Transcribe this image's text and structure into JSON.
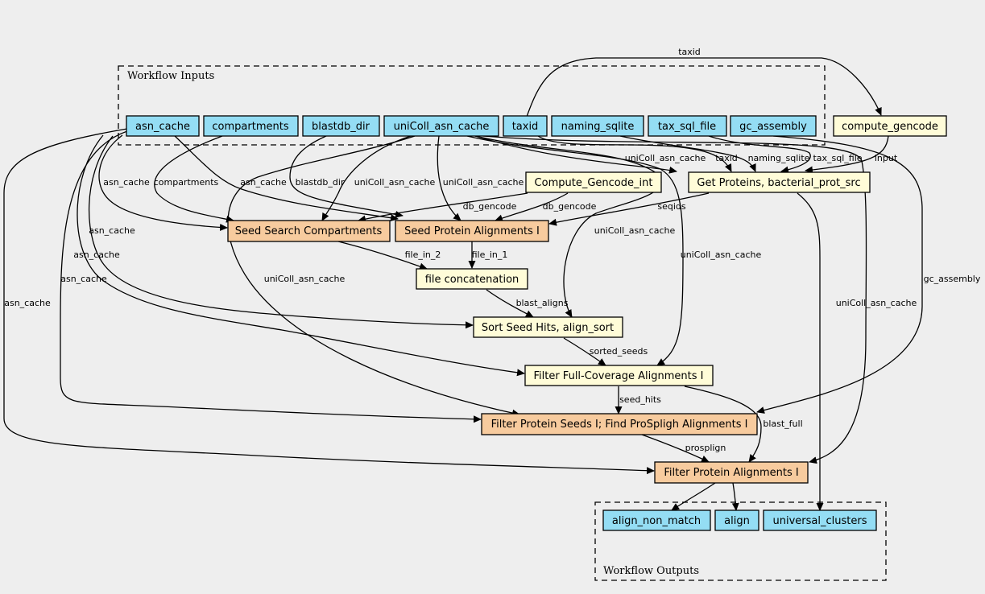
{
  "colors": {
    "background": "#eeeeee",
    "io_node": "#94ddf4",
    "expression_node": "#fffcd8",
    "step_node": "#f7cb9e"
  },
  "clusters": {
    "inputs": {
      "label": "Workflow Inputs"
    },
    "outputs": {
      "label": "Workflow Outputs"
    }
  },
  "nodes": {
    "asn_cache": {
      "label": "asn_cache",
      "kind": "io"
    },
    "compartments": {
      "label": "compartments",
      "kind": "io"
    },
    "blastdb_dir": {
      "label": "blastdb_dir",
      "kind": "io"
    },
    "uniColl_asn_cache": {
      "label": "uniColl_asn_cache",
      "kind": "io"
    },
    "taxid": {
      "label": "taxid",
      "kind": "io"
    },
    "naming_sqlite": {
      "label": "naming_sqlite",
      "kind": "io"
    },
    "tax_sql_file": {
      "label": "tax_sql_file",
      "kind": "io"
    },
    "gc_assembly": {
      "label": "gc_assembly",
      "kind": "io"
    },
    "compute_gencode": {
      "label": "compute_gencode",
      "kind": "expression"
    },
    "compute_gencode_int": {
      "label": "Compute_Gencode_int",
      "kind": "expression"
    },
    "get_proteins": {
      "label": "Get Proteins, bacterial_prot_src",
      "kind": "expression"
    },
    "seed_search": {
      "label": "Seed Search Compartments",
      "kind": "step"
    },
    "seed_protein": {
      "label": "Seed Protein Alignments I",
      "kind": "step"
    },
    "file_concat": {
      "label": "file concatenation",
      "kind": "expression"
    },
    "sort_seed": {
      "label": "Sort Seed Hits, align_sort",
      "kind": "expression"
    },
    "filter_full": {
      "label": "Filter Full-Coverage Alignments I",
      "kind": "expression"
    },
    "filter_seeds": {
      "label": "Filter Protein Seeds I; Find ProSpligh Alignments I",
      "kind": "step"
    },
    "filter_align": {
      "label": "Filter Protein Alignments I",
      "kind": "step"
    },
    "align_non_match": {
      "label": "align_non_match",
      "kind": "io"
    },
    "align": {
      "label": "align",
      "kind": "io"
    },
    "universal_clusters": {
      "label": "universal_clusters",
      "kind": "io"
    }
  },
  "edges": [
    {
      "from": "taxid",
      "to": "compute_gencode",
      "label": "taxid"
    },
    {
      "from": "compute_gencode",
      "to": "get_proteins",
      "label": "input"
    },
    {
      "from": "asn_cache",
      "to": "seed_search",
      "label": "asn_cache"
    },
    {
      "from": "compartments",
      "to": "seed_search",
      "label": "compartments"
    },
    {
      "from": "uniColl_asn_cache",
      "to": "seed_search",
      "label": "uniColl_asn_cache"
    },
    {
      "from": "compute_gencode_int",
      "to": "seed_search",
      "label": "db_gencode"
    },
    {
      "from": "asn_cache",
      "to": "seed_protein",
      "label": "asn_cache"
    },
    {
      "from": "blastdb_dir",
      "to": "seed_protein",
      "label": "blastdb_dir"
    },
    {
      "from": "uniColl_asn_cache",
      "to": "seed_protein",
      "label": "uniColl_asn_cache"
    },
    {
      "from": "compute_gencode_int",
      "to": "seed_protein",
      "label": "db_gencode"
    },
    {
      "from": "get_proteins",
      "to": "seed_protein",
      "label": "seqids"
    },
    {
      "from": "uniColl_asn_cache",
      "to": "get_proteins",
      "label": "uniColl_asn_cache"
    },
    {
      "from": "taxid",
      "to": "get_proteins",
      "label": "taxid"
    },
    {
      "from": "naming_sqlite",
      "to": "get_proteins",
      "label": "naming_sqlite"
    },
    {
      "from": "tax_sql_file",
      "to": "get_proteins",
      "label": "tax_sql_file"
    },
    {
      "from": "seed_search",
      "to": "file_concat",
      "label": "file_in_2"
    },
    {
      "from": "seed_protein",
      "to": "file_concat",
      "label": "file_in_1"
    },
    {
      "from": "file_concat",
      "to": "sort_seed",
      "label": "blast_aligns"
    },
    {
      "from": "asn_cache",
      "to": "sort_seed",
      "label": "asn_cache"
    },
    {
      "from": "uniColl_asn_cache",
      "to": "sort_seed",
      "label": "uniColl_asn_cache"
    },
    {
      "from": "sort_seed",
      "to": "filter_full",
      "label": "sorted_seeds"
    },
    {
      "from": "asn_cache",
      "to": "filter_full",
      "label": "asn_cache"
    },
    {
      "from": "uniColl_asn_cache",
      "to": "filter_full",
      "label": "uniColl_asn_cache"
    },
    {
      "from": "filter_full",
      "to": "filter_seeds",
      "label": "seed_hits"
    },
    {
      "from": "asn_cache",
      "to": "filter_seeds",
      "label": "asn_cache"
    },
    {
      "from": "uniColl_asn_cache",
      "to": "filter_seeds",
      "label": "uniColl_asn_cache"
    },
    {
      "from": "gc_assembly",
      "to": "filter_seeds",
      "label": "gc_assembly"
    },
    {
      "from": "filter_seeds",
      "to": "filter_align",
      "label": "prosplign"
    },
    {
      "from": "filter_full",
      "to": "filter_align",
      "label": "blast_full"
    },
    {
      "from": "asn_cache",
      "to": "filter_align",
      "label": "asn_cache"
    },
    {
      "from": "uniColl_asn_cache",
      "to": "filter_align",
      "label": "uniColl_asn_cache"
    },
    {
      "from": "filter_align",
      "to": "align_non_match",
      "label": ""
    },
    {
      "from": "filter_align",
      "to": "align",
      "label": ""
    },
    {
      "from": "get_proteins",
      "to": "universal_clusters",
      "label": ""
    }
  ]
}
